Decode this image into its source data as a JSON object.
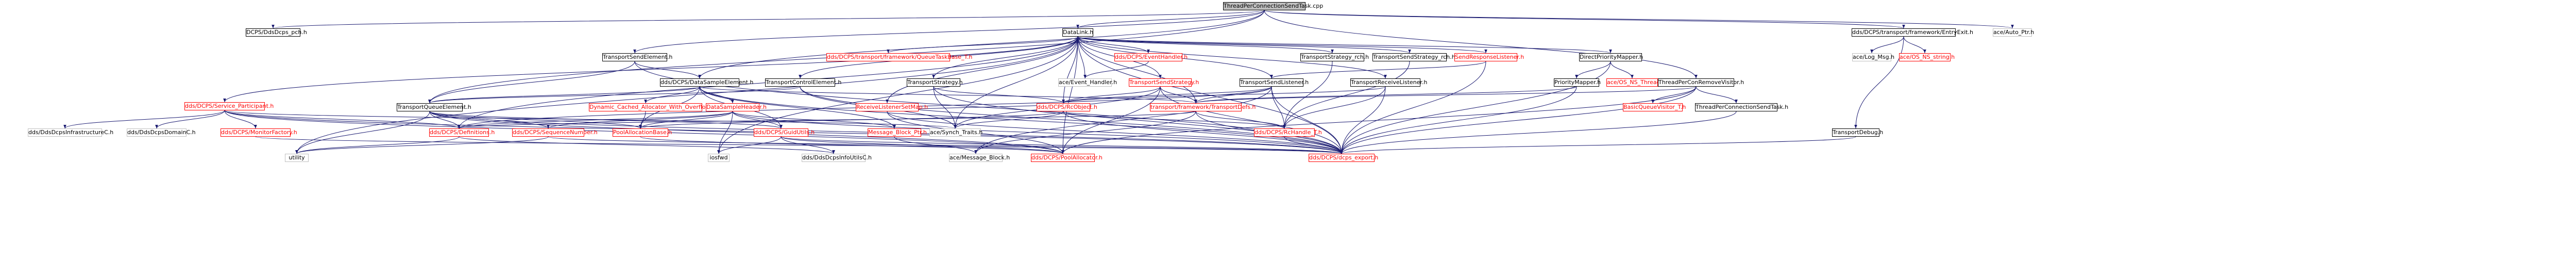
{
  "nodes": [
    {
      "id": "ThreadPerConnectionSendTask.cpp",
      "label": "ThreadPerConnectionSendTask.cpp",
      "style": "root"
    },
    {
      "id": "DCPS/DdsDcps_pch.h",
      "label": "DCPS/DdsDcps_pch.h",
      "style": "normal"
    },
    {
      "id": "DataLink.h",
      "label": "DataLink.h",
      "style": "normal"
    },
    {
      "id": "dds/DCPS/transport/framework/EntryExit.h",
      "label": "dds/DCPS/transport/framework/EntryExit.h",
      "style": "normal"
    },
    {
      "id": "ace/Auto_Ptr.h",
      "label": "ace/Auto_Ptr.h",
      "style": "plain"
    },
    {
      "id": "TransportSendElement.h",
      "label": "TransportSendElement.h",
      "style": "normal"
    },
    {
      "id": "dds/DCPS/transport/framework/QueueTaskBase_T.h",
      "label": "dds/DCPS/transport/framework/QueueTaskBase_T.h",
      "style": "red"
    },
    {
      "id": "dds/DCPS/EventHandler.h",
      "label": "dds/DCPS/EventHandler.h",
      "style": "red"
    },
    {
      "id": "TransportStrategy_rch.h",
      "label": "TransportStrategy_rch.h",
      "style": "normal"
    },
    {
      "id": "TransportSendStrategy_rch.h",
      "label": "TransportSendStrategy_rch.h",
      "style": "normal"
    },
    {
      "id": "SendResponseListener.h",
      "label": "SendResponseListener.h",
      "style": "red"
    },
    {
      "id": "DirectPriorityMapper.h",
      "label": "DirectPriorityMapper.h",
      "style": "normal"
    },
    {
      "id": "ace/Log_Msg.h",
      "label": "ace/Log_Msg.h",
      "style": "plain"
    },
    {
      "id": "ace/OS_NS_string.h",
      "label": "ace/OS_NS_string.h",
      "style": "red"
    },
    {
      "id": "dds/DCPS/DataSampleElement.h",
      "label": "dds/DCPS/DataSampleElement.h",
      "style": "normal"
    },
    {
      "id": "TransportControlElement.h",
      "label": "TransportControlElement.h",
      "style": "normal"
    },
    {
      "id": "TransportStrategy.h",
      "label": "TransportStrategy.h",
      "style": "normal"
    },
    {
      "id": "ace/Event_Handler.h",
      "label": "ace/Event_Handler.h",
      "style": "plain"
    },
    {
      "id": "TransportSendStrategy.h",
      "label": "TransportSendStrategy.h",
      "style": "red"
    },
    {
      "id": "TransportSendListener.h",
      "label": "TransportSendListener.h",
      "style": "normal"
    },
    {
      "id": "TransportReceiveListener.h",
      "label": "TransportReceiveListener.h",
      "style": "normal"
    },
    {
      "id": "ace/OS_NS_Thread.h",
      "label": "ace/OS_NS_Thread.h",
      "style": "red"
    },
    {
      "id": "PriorityMapper.h",
      "label": "PriorityMapper.h",
      "style": "normal"
    },
    {
      "id": "ThreadPerConRemoveVisitor.h",
      "label": "ThreadPerConRemoveVisitor.h",
      "style": "normal"
    },
    {
      "id": "dds/DCPS/Service_Participant.h",
      "label": "dds/DCPS/Service_Participant.h",
      "style": "red"
    },
    {
      "id": "Dynamic_Cached_Allocator_With_Overflow_T.h",
      "label": "Dynamic_Cached_Allocator_With_Overflow_T.h",
      "style": "red"
    },
    {
      "id": "DataSampleHeader.h",
      "label": "DataSampleHeader.h",
      "style": "red"
    },
    {
      "id": "ReceiveListenerSetMap.h",
      "label": "ReceiveListenerSetMap.h",
      "style": "red"
    },
    {
      "id": "dds/DCPS/RcObject.h",
      "label": "dds/DCPS/RcObject.h",
      "style": "red"
    },
    {
      "id": "transport/framework/TransportDefs.h",
      "label": "transport/framework/TransportDefs.h",
      "style": "red"
    },
    {
      "id": "BasicQueueVisitor_T.h",
      "label": "BasicQueueVisitor_T.h",
      "style": "red"
    },
    {
      "id": "ThreadPerConnectionSendTask.h",
      "label": "ThreadPerConnectionSendTask.h",
      "style": "normal"
    },
    {
      "id": "TransportQueueElement.h",
      "label": "TransportQueueElement.h",
      "style": "normal"
    },
    {
      "id": "dds/DdsDcpsInfrastructureC.h",
      "label": "dds/DdsDcpsInfrastructureC.h",
      "style": "plain"
    },
    {
      "id": "dds/DdsDcpsDomainC.h",
      "label": "dds/DdsDcpsDomainC.h",
      "style": "plain"
    },
    {
      "id": "dds/DCPS/MonitorFactory.h",
      "label": "dds/DCPS/MonitorFactory.h",
      "style": "red"
    },
    {
      "id": "dds/DCPS/Definitions.h",
      "label": "dds/DCPS/Definitions.h",
      "style": "red"
    },
    {
      "id": "dds/DCPS/SequenceNumber.h",
      "label": "dds/DCPS/SequenceNumber.h",
      "style": "red"
    },
    {
      "id": "PoolAllocationBase.h",
      "label": "PoolAllocationBase.h",
      "style": "red"
    },
    {
      "id": "dds/DCPS/GuidUtils.h",
      "label": "dds/DCPS/GuidUtils.h",
      "style": "red"
    },
    {
      "id": "Message_Block_Ptr.h",
      "label": "Message_Block_Ptr.h",
      "style": "red"
    },
    {
      "id": "ace/Synch_Traits.h",
      "label": "ace/Synch_Traits.h",
      "style": "plain"
    },
    {
      "id": "dds/DCPS/RcHandle_T.h",
      "label": "dds/DCPS/RcHandle_T.h",
      "style": "red"
    },
    {
      "id": "TransportDebug.h",
      "label": "TransportDebug.h",
      "style": "normal"
    },
    {
      "id": "utility",
      "label": "utility",
      "style": "plain"
    },
    {
      "id": "iosfwd",
      "label": "iosfwd",
      "style": "plain"
    },
    {
      "id": "dds/DdsDcpsInfoUtilsC.h",
      "label": "dds/DdsDcpsInfoUtilsC.h",
      "style": "plain"
    },
    {
      "id": "ace/Message_Block.h",
      "label": "ace/Message_Block.h",
      "style": "plain"
    },
    {
      "id": "dds/DCPS/PoolAllocator.h",
      "label": "dds/DCPS/PoolAllocator.h",
      "style": "red"
    },
    {
      "id": "dds/DCPS/dcps_export.h",
      "label": "dds/DCPS/dcps_export.h",
      "style": "red"
    }
  ],
  "edges": [
    [
      "ThreadPerConnectionSendTask.cpp",
      "DCPS/DdsDcps_pch.h"
    ],
    [
      "ThreadPerConnectionSendTask.cpp",
      "DataLink.h"
    ],
    [
      "ThreadPerConnectionSendTask.cpp",
      "TransportSendElement.h"
    ],
    [
      "ThreadPerConnectionSendTask.cpp",
      "dds/DCPS/DataSampleElement.h"
    ],
    [
      "ThreadPerConnectionSendTask.cpp",
      "TransportQueueElement.h"
    ],
    [
      "ThreadPerConnectionSendTask.cpp",
      "ThreadPerConRemoveVisitor.h"
    ],
    [
      "ThreadPerConnectionSendTask.cpp",
      "dds/DCPS/transport/framework/EntryExit.h"
    ],
    [
      "ThreadPerConnectionSendTask.cpp",
      "ace/Auto_Ptr.h"
    ],
    [
      "DataLink.h",
      "dds/DCPS/transport/framework/QueueTaskBase_T.h"
    ],
    [
      "DataLink.h",
      "dds/DCPS/EventHandler.h"
    ],
    [
      "DataLink.h",
      "TransportStrategy_rch.h"
    ],
    [
      "DataLink.h",
      "TransportSendStrategy_rch.h"
    ],
    [
      "DataLink.h",
      "SendResponseListener.h"
    ],
    [
      "DataLink.h",
      "DirectPriorityMapper.h"
    ],
    [
      "DataLink.h",
      "TransportControlElement.h"
    ],
    [
      "DataLink.h",
      "TransportStrategy.h"
    ],
    [
      "DataLink.h",
      "ace/Event_Handler.h"
    ],
    [
      "DataLink.h",
      "TransportSendStrategy.h"
    ],
    [
      "DataLink.h",
      "TransportSendListener.h"
    ],
    [
      "DataLink.h",
      "TransportReceiveListener.h"
    ],
    [
      "DataLink.h",
      "dds/DCPS/Service_Participant.h"
    ],
    [
      "DataLink.h",
      "ReceiveListenerSetMap.h"
    ],
    [
      "DataLink.h",
      "dds/DCPS/RcObject.h"
    ],
    [
      "DataLink.h",
      "transport/framework/TransportDefs.h"
    ],
    [
      "DataLink.h",
      "dds/DCPS/Definitions.h"
    ],
    [
      "DataLink.h",
      "ace/Synch_Traits.h"
    ],
    [
      "DataLink.h",
      "dds/DCPS/PoolAllocator.h"
    ],
    [
      "DataLink.h",
      "dds/DCPS/dcps_export.h"
    ],
    [
      "DataLink.h",
      "utility"
    ],
    [
      "DataLink.h",
      "iosfwd"
    ],
    [
      "dds/DCPS/transport/framework/EntryExit.h",
      "ace/Log_Msg.h"
    ],
    [
      "dds/DCPS/transport/framework/EntryExit.h",
      "ace/OS_NS_string.h"
    ],
    [
      "dds/DCPS/transport/framework/EntryExit.h",
      "TransportDebug.h"
    ],
    [
      "TransportSendElement.h",
      "TransportQueueElement.h"
    ],
    [
      "TransportSendElement.h",
      "dds/DCPS/DataSampleElement.h"
    ],
    [
      "TransportSendElement.h",
      "dds/DCPS/dcps_export.h"
    ],
    [
      "dds/DCPS/EventHandler.h",
      "ace/Event_Handler.h"
    ],
    [
      "TransportStrategy_rch.h",
      "dds/DCPS/RcHandle_T.h"
    ],
    [
      "TransportSendStrategy_rch.h",
      "dds/DCPS/RcHandle_T.h"
    ],
    [
      "SendResponseListener.h",
      "TransportSendListener.h"
    ],
    [
      "SendResponseListener.h",
      "dds/DCPS/dcps_export.h"
    ],
    [
      "DirectPriorityMapper.h",
      "PriorityMapper.h"
    ],
    [
      "DirectPriorityMapper.h",
      "ace/OS_NS_Thread.h"
    ],
    [
      "DirectPriorityMapper.h",
      "dds/DCPS/dcps_export.h"
    ],
    [
      "PriorityMapper.h",
      "transport/framework/TransportDefs.h"
    ],
    [
      "PriorityMapper.h",
      "dds/DCPS/dcps_export.h"
    ],
    [
      "dds/DCPS/DataSampleElement.h",
      "DataSampleHeader.h"
    ],
    [
      "dds/DCPS/DataSampleElement.h",
      "Dynamic_Cached_Allocator_With_Overflow_T.h"
    ],
    [
      "dds/DCPS/DataSampleElement.h",
      "TransportQueueElement.h"
    ],
    [
      "dds/DCPS/DataSampleElement.h",
      "transport/framework/TransportDefs.h"
    ],
    [
      "dds/DCPS/DataSampleElement.h",
      "Message_Block_Ptr.h"
    ],
    [
      "dds/DCPS/DataSampleElement.h",
      "dds/DCPS/dcps_export.h"
    ],
    [
      "dds/DCPS/DataSampleElement.h",
      "dds/DCPS/GuidUtils.h"
    ],
    [
      "dds/DCPS/DataSampleElement.h",
      "PoolAllocationBase.h"
    ],
    [
      "TransportControlElement.h",
      "TransportQueueElement.h"
    ],
    [
      "TransportControlElement.h",
      "ace/Synch_Traits.h"
    ],
    [
      "TransportControlElement.h",
      "dds/DCPS/dcps_export.h"
    ],
    [
      "TransportStrategy.h",
      "dds/DCPS/RcObject.h"
    ],
    [
      "TransportStrategy.h",
      "ace/Synch_Traits.h"
    ],
    [
      "TransportStrategy.h",
      "dds/DCPS/dcps_export.h"
    ],
    [
      "TransportSendStrategy.h",
      "dds/DCPS/RcObject.h"
    ],
    [
      "TransportSendStrategy.h",
      "transport/framework/TransportDefs.h"
    ],
    [
      "TransportSendStrategy.h",
      "dds/DCPS/PoolAllocator.h"
    ],
    [
      "TransportSendStrategy.h",
      "dds/DCPS/dcps_export.h"
    ],
    [
      "TransportSendStrategy.h",
      "ace/Synch_Traits.h"
    ],
    [
      "TransportSendListener.h",
      "dds/DCPS/RcObject.h"
    ],
    [
      "TransportSendListener.h",
      "transport/framework/TransportDefs.h"
    ],
    [
      "TransportSendListener.h",
      "dds/DCPS/RcHandle_T.h"
    ],
    [
      "TransportSendListener.h",
      "dds/DCPS/Definitions.h"
    ],
    [
      "TransportSendListener.h",
      "dds/DCPS/dcps_export.h"
    ],
    [
      "TransportSendListener.h",
      "ace/Message_Block.h"
    ],
    [
      "TransportReceiveListener.h",
      "dds/DCPS/RcObject.h"
    ],
    [
      "TransportReceiveListener.h",
      "dds/DCPS/RcHandle_T.h"
    ],
    [
      "TransportReceiveListener.h",
      "dds/DCPS/dcps_export.h"
    ],
    [
      "ThreadPerConRemoveVisitor.h",
      "BasicQueueVisitor_T.h"
    ],
    [
      "ThreadPerConRemoveVisitor.h",
      "ThreadPerConnectionSendTask.h"
    ],
    [
      "ThreadPerConRemoveVisitor.h",
      "transport/framework/TransportDefs.h"
    ],
    [
      "ThreadPerConRemoveVisitor.h",
      "dds/DCPS/dcps_export.h"
    ],
    [
      "ThreadPerConRemoveVisitor.h",
      "dds/DCPS/PoolAllocator.h"
    ],
    [
      "dds/DCPS/Service_Participant.h",
      "dds/DdsDcpsInfrastructureC.h"
    ],
    [
      "dds/DCPS/Service_Participant.h",
      "dds/DdsDcpsDomainC.h"
    ],
    [
      "dds/DCPS/Service_Participant.h",
      "dds/DCPS/MonitorFactory.h"
    ],
    [
      "dds/DCPS/Service_Participant.h",
      "dds/DCPS/Definitions.h"
    ],
    [
      "dds/DCPS/Service_Participant.h",
      "dds/DCPS/dcps_export.h"
    ],
    [
      "dds/DCPS/Service_Participant.h",
      "dds/DCPS/PoolAllocator.h"
    ],
    [
      "dds/DCPS/Service_Participant.h",
      "ace/Synch_Traits.h"
    ],
    [
      "DataSampleHeader.h",
      "dds/DCPS/Definitions.h"
    ],
    [
      "DataSampleHeader.h",
      "dds/DCPS/SequenceNumber.h"
    ],
    [
      "DataSampleHeader.h",
      "PoolAllocationBase.h"
    ],
    [
      "DataSampleHeader.h",
      "dds/DCPS/GuidUtils.h"
    ],
    [
      "DataSampleHeader.h",
      "Message_Block_Ptr.h"
    ],
    [
      "DataSampleHeader.h",
      "dds/DCPS/dcps_export.h"
    ],
    [
      "DataSampleHeader.h",
      "iosfwd"
    ],
    [
      "Dynamic_Cached_Allocator_With_Overflow_T.h",
      "PoolAllocationBase.h"
    ],
    [
      "ReceiveListenerSetMap.h",
      "dds/DCPS/RcObject.h"
    ],
    [
      "ReceiveListenerSetMap.h",
      "dds/DCPS/PoolAllocator.h"
    ],
    [
      "ReceiveListenerSetMap.h",
      "dds/DCPS/dcps_export.h"
    ],
    [
      "dds/DCPS/RcObject.h",
      "ace/Synch_Traits.h"
    ],
    [
      "dds/DCPS/RcObject.h",
      "dds/DCPS/RcHandle_T.h"
    ],
    [
      "dds/DCPS/RcObject.h",
      "PoolAllocationBase.h"
    ],
    [
      "dds/DCPS/RcObject.h",
      "dds/DCPS/dcps_export.h"
    ],
    [
      "transport/framework/TransportDefs.h",
      "dds/DCPS/Definitions.h"
    ],
    [
      "transport/framework/TransportDefs.h",
      "dds/DCPS/RcHandle_T.h"
    ],
    [
      "transport/framework/TransportDefs.h",
      "ace/Message_Block.h"
    ],
    [
      "transport/framework/TransportDefs.h",
      "dds/DCPS/dcps_export.h"
    ],
    [
      "TransportQueueElement.h",
      "dds/DCPS/Definitions.h"
    ],
    [
      "TransportQueueElement.h",
      "dds/DCPS/SequenceNumber.h"
    ],
    [
      "TransportQueueElement.h",
      "PoolAllocationBase.h"
    ],
    [
      "TransportQueueElement.h",
      "dds/DCPS/GuidUtils.h"
    ],
    [
      "TransportQueueElement.h",
      "dds/DCPS/dcps_export.h"
    ],
    [
      "TransportQueueElement.h",
      "utility"
    ],
    [
      "TransportQueueElement.h",
      "dds/DCPS/PoolAllocator.h"
    ],
    [
      "dds/DCPS/MonitorFactory.h",
      "dds/DCPS/dcps_export.h"
    ],
    [
      "dds/DCPS/Definitions.h",
      "utility"
    ],
    [
      "dds/DCPS/Definitions.h",
      "dds/DdsDcpsInfoUtilsC.h"
    ],
    [
      "dds/DCPS/SequenceNumber.h",
      "utility"
    ],
    [
      "dds/DCPS/SequenceNumber.h",
      "dds/DCPS/dcps_export.h"
    ],
    [
      "dds/DCPS/GuidUtils.h",
      "dds/DdsDcpsInfoUtilsC.h"
    ],
    [
      "dds/DCPS/GuidUtils.h",
      "iosfwd"
    ],
    [
      "dds/DCPS/GuidUtils.h",
      "dds/DCPS/dcps_export.h"
    ],
    [
      "dds/DCPS/GuidUtils.h",
      "dds/DCPS/PoolAllocator.h"
    ],
    [
      "Message_Block_Ptr.h",
      "ace/Message_Block.h"
    ],
    [
      "dds/DCPS/RcHandle_T.h",
      "dds/DCPS/dcps_export.h"
    ],
    [
      "TransportDebug.h",
      "dds/DCPS/dcps_export.h"
    ],
    [
      "ThreadPerConnectionSendTask.h",
      "dds/DCPS/dcps_export.h"
    ],
    [
      "PoolAllocationBase.h",
      "dds/DCPS/PoolAllocator.h"
    ]
  ]
}
